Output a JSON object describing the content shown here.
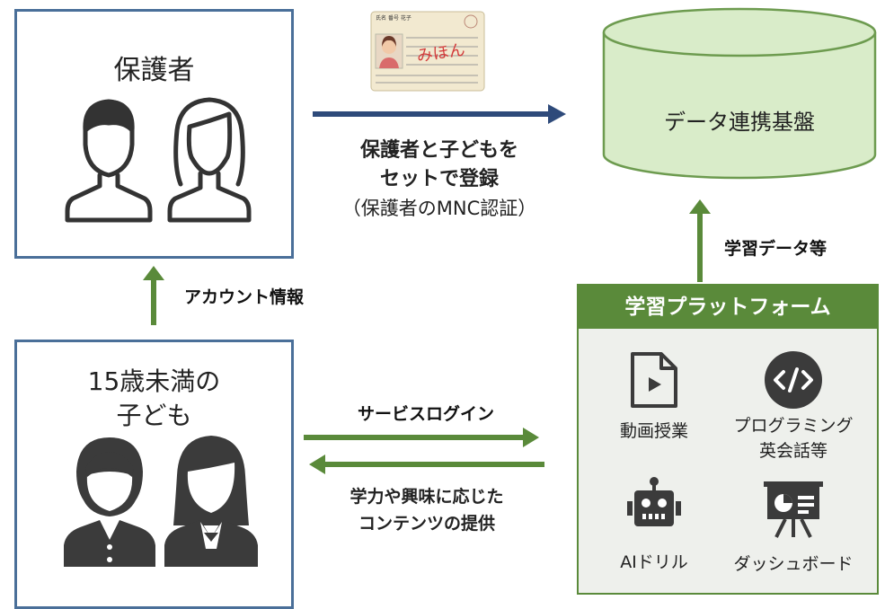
{
  "guardian": {
    "title": "保護者"
  },
  "child": {
    "title_line1": "15歳未満の",
    "title_line2": "子ども"
  },
  "platform_db": {
    "label": "データ連携基盤"
  },
  "register": {
    "line1": "保護者と子どもを",
    "line2": "セットで登録",
    "line3": "（保護者のMNC認証）"
  },
  "account_info": "アカウント情報",
  "learning_data": "学習データ等",
  "service_login": "サービスログイン",
  "contents": {
    "line1": "学力や興味に応じた",
    "line2": "コンテンツの提供"
  },
  "learning_platform": {
    "header": "学習プラットフォーム",
    "items": [
      {
        "label1": "動画授業",
        "label2": "",
        "icon": "video-file-icon"
      },
      {
        "label1": "プログラミング",
        "label2": "英会話等",
        "icon": "code-icon"
      },
      {
        "label1": "AIドリル",
        "label2": "",
        "icon": "robot-icon"
      },
      {
        "label1": "ダッシュボード",
        "label2": "",
        "icon": "dashboard-icon"
      }
    ]
  },
  "id_card": {
    "name_label": "氏名",
    "name": "番号 花子",
    "stamp": "みほん"
  },
  "colors": {
    "box_border": "#4a6f99",
    "arrow_navy": "#2e4a7a",
    "arrow_green": "#5a8a3a",
    "cylinder_fill": "#d9ecc9",
    "cylinder_stroke": "#6d9b4f",
    "platform_header": "#5a8a3a",
    "platform_body": "#eef0ec"
  }
}
